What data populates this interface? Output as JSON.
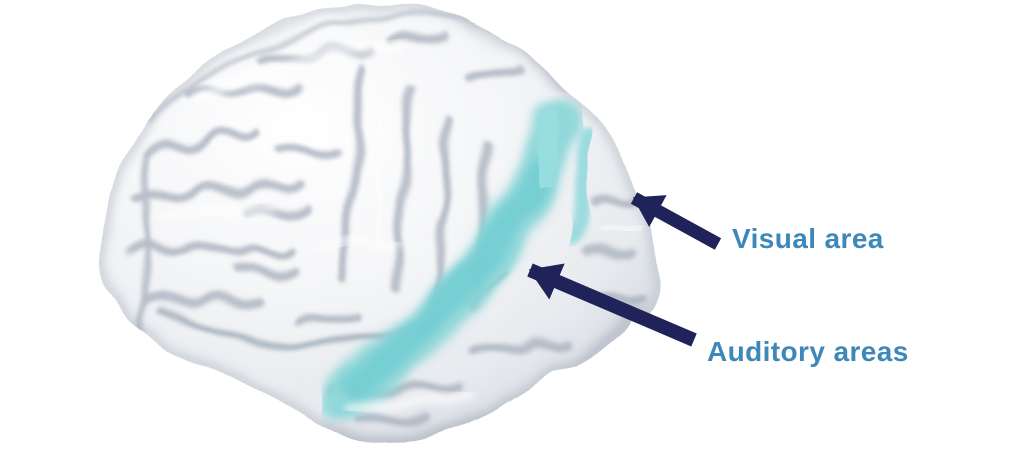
{
  "figure": {
    "annotations": {
      "visual": {
        "label": "Visual area"
      },
      "auditory": {
        "label": "Auditory areas"
      }
    },
    "icons": {
      "visual_arrow": "arrow-pointing-up-left",
      "auditory_arrow": "arrow-pointing-up-left"
    },
    "colors": {
      "background": "#ffffff",
      "label_text": "#3e88b9",
      "arrow": "#20225a",
      "highlight_region": "#8ad6d8",
      "brain_surface": "#eef0f4",
      "sulci_shadow": "#a8b1bd"
    }
  }
}
